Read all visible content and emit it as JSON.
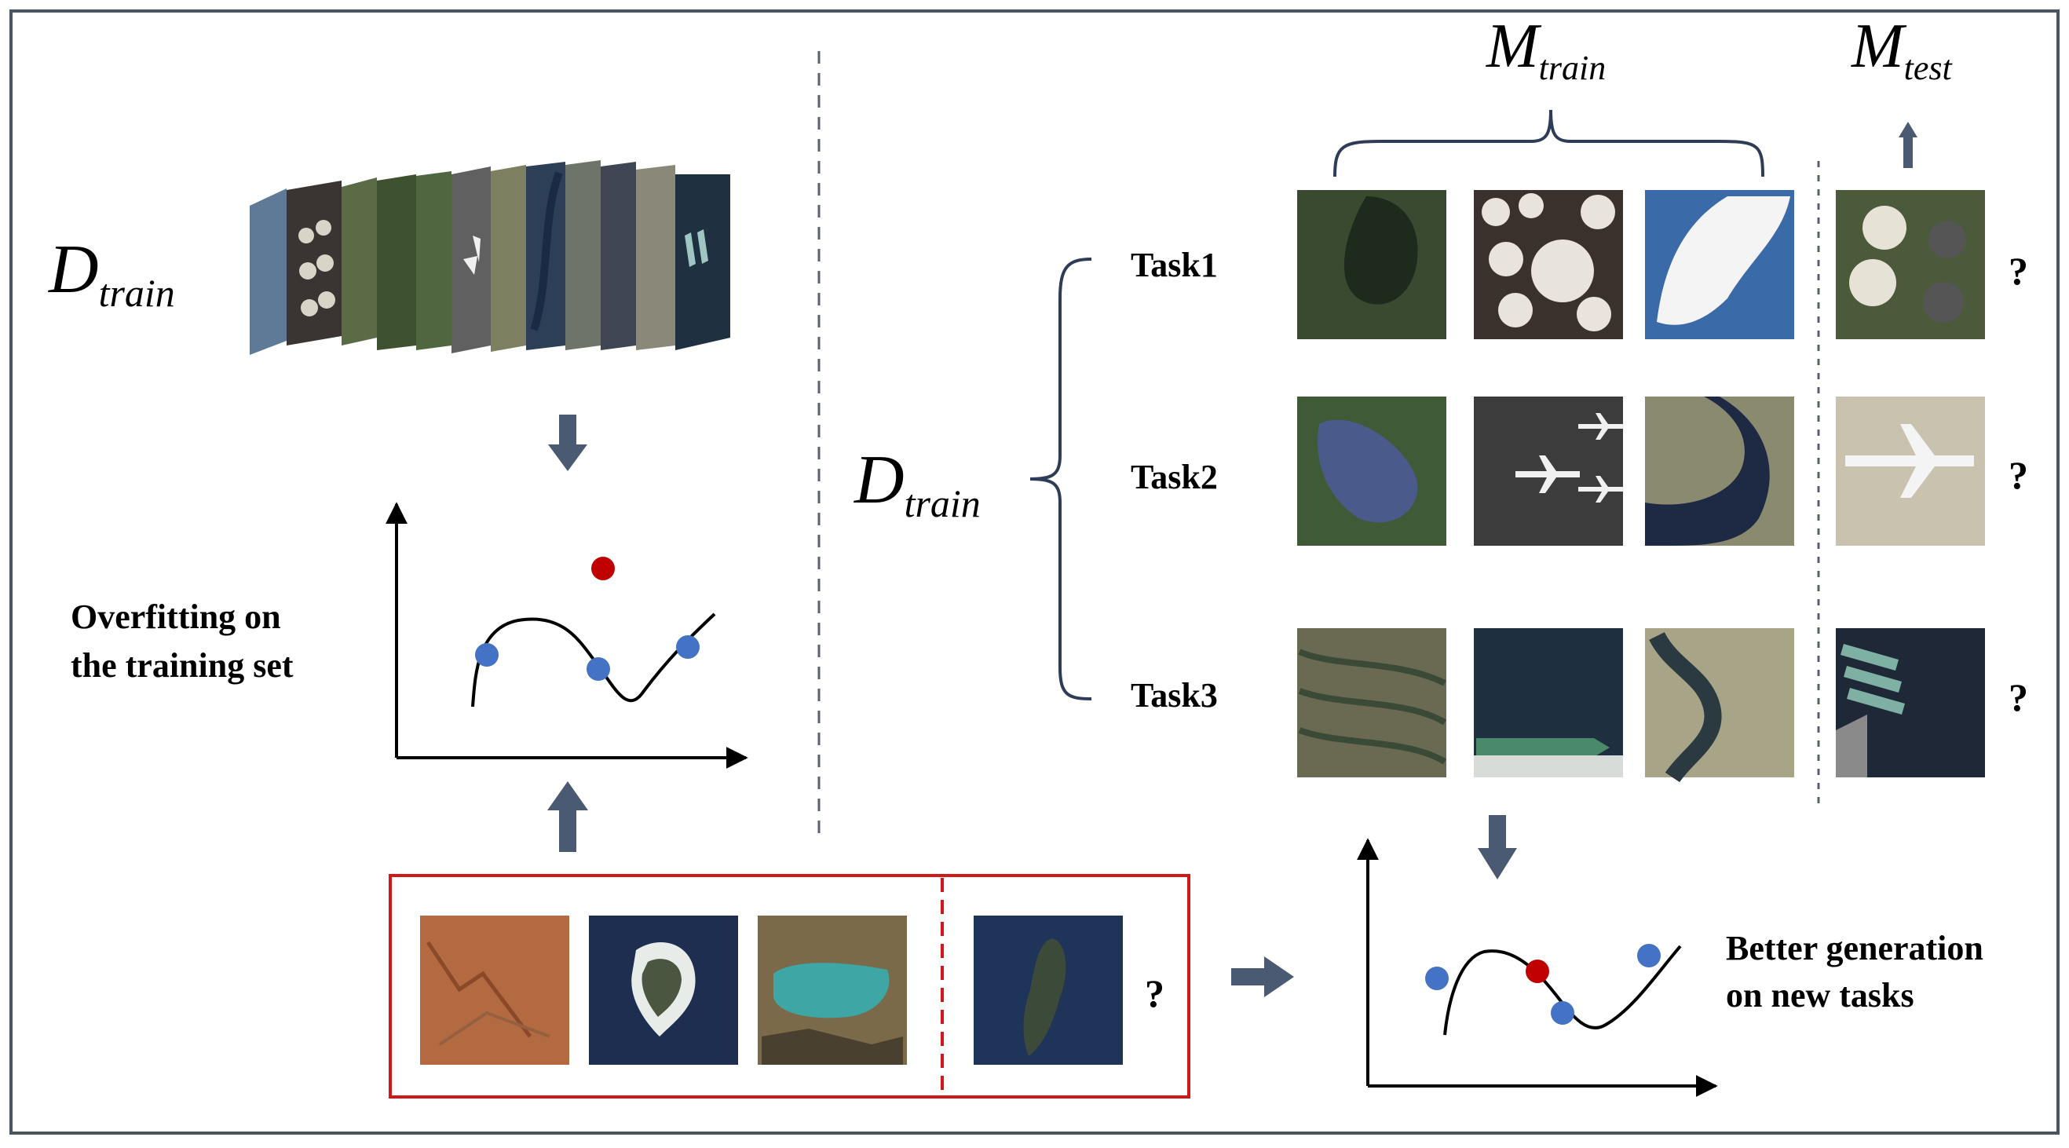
{
  "left_panel": {
    "d_label": {
      "main": "D",
      "sub": "train"
    },
    "overfit_line1": "Overfitting on",
    "overfit_line2": "the training set"
  },
  "right_panel": {
    "m_train": {
      "main": "M",
      "sub": "train"
    },
    "m_test": {
      "main": "M",
      "sub": "test"
    },
    "d_label": {
      "main": "D",
      "sub": "train"
    },
    "tasks": [
      {
        "label": "Task1",
        "query_mark": "?"
      },
      {
        "label": "Task2",
        "query_mark": "?"
      },
      {
        "label": "Task3",
        "query_mark": "?"
      }
    ],
    "better_line1": "Better generation",
    "better_line2": "on new tasks"
  },
  "bottom_box": {
    "query_mark": "?"
  },
  "colors": {
    "frame": "#4a5560",
    "arrow": "#4a5a72",
    "blue_point": "#4472c4",
    "red_point": "#c00000",
    "red_box": "#d01818",
    "dashed": "#5a6070"
  }
}
